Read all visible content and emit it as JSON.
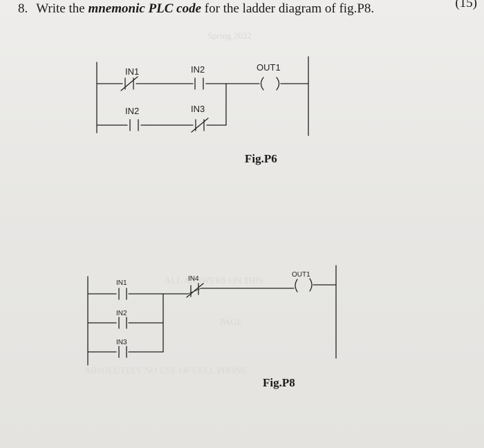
{
  "question": {
    "number": "8.",
    "text_before": "Write the ",
    "emphasis": "mnemonic PLC code",
    "text_after": " for the ladder diagram of fig.P8.",
    "marks": "(15)"
  },
  "fig_p6": {
    "caption": "Fig.P6",
    "contacts": {
      "r1c1": "IN1",
      "r1c2": "IN2",
      "r2c1": "IN2",
      "r2c2": "IN3"
    },
    "coil": "OUT1",
    "coil_symbol": "( )"
  },
  "fig_p8": {
    "caption": "Fig.P8",
    "contacts": {
      "b1": "IN1",
      "b2": "IN2",
      "b3": "IN3",
      "series": "IN4"
    },
    "coil": "OUT1",
    "coil_symbol": "( )"
  },
  "background_text": {
    "line1": "Spring 2022",
    "line2": "ALL ANSWERS ON THIS",
    "line3": "PAGE",
    "line4": "ABSOLUTELY NO USE OF CELL PHONE"
  },
  "colors": {
    "ink": "#222222",
    "paper": "#eeedeb"
  }
}
